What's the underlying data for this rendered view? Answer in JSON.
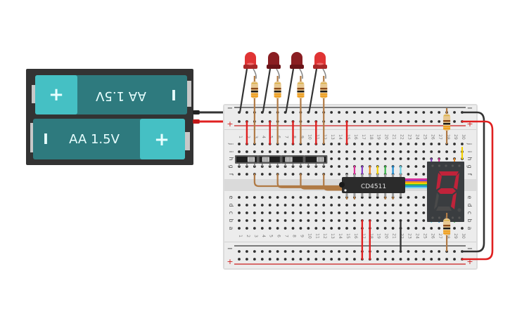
{
  "canvas": {
    "background": "#ffffff"
  },
  "battery_pack": {
    "cells": [
      {
        "label": "AA 1.5V",
        "orientation": "flipped",
        "plus_symbol": "+",
        "minus_symbol": "I"
      },
      {
        "label": "AA 1.5V",
        "orientation": "normal",
        "plus_symbol": "+",
        "minus_symbol": "I"
      }
    ],
    "colors": {
      "case": "#333333",
      "cell_body": "#2e7a7e",
      "cell_cap": "#45c0c4"
    }
  },
  "breadboard": {
    "columns": 30,
    "rows_top": [
      "j",
      "i",
      "h",
      "g",
      "f"
    ],
    "rows_bottom": [
      "e",
      "d",
      "c",
      "b",
      "a"
    ],
    "rail_minus_symbol": "−",
    "rail_plus_symbol": "+",
    "colors": {
      "board": "#e8e8e8",
      "rail_red": "#d04040",
      "rail_black": "#555555",
      "hole": "#2f2f2f"
    }
  },
  "leds": [
    {
      "name": "led-1",
      "state": "on",
      "color": "#e03434"
    },
    {
      "name": "led-2",
      "state": "off",
      "color": "#8a1e22"
    },
    {
      "name": "led-3",
      "state": "off",
      "color": "#8a1e22"
    },
    {
      "name": "led-4",
      "state": "on",
      "color": "#e03434"
    }
  ],
  "switches": [
    {
      "name": "slide-switch-1",
      "position": "right"
    },
    {
      "name": "slide-switch-2",
      "position": "left"
    },
    {
      "name": "slide-switch-3",
      "position": "left"
    },
    {
      "name": "slide-switch-4",
      "position": "right"
    }
  ],
  "chip": {
    "label": "CD4511"
  },
  "seven_segment": {
    "digit": "9",
    "segments_on": [
      "a",
      "b",
      "c",
      "f",
      "g"
    ],
    "on_color": "#c0233a",
    "off_color": "#4a4a4a"
  },
  "wire_colors": {
    "red": "#e02020",
    "black": "#333333",
    "brown": "#b07a45",
    "magenta": "#e0309a",
    "purple": "#8a3cc8",
    "orange": "#f08a20",
    "yellow": "#f5d200",
    "green": "#3cb84a",
    "blue": "#1e90d8",
    "cyan": "#6ad2e8"
  }
}
